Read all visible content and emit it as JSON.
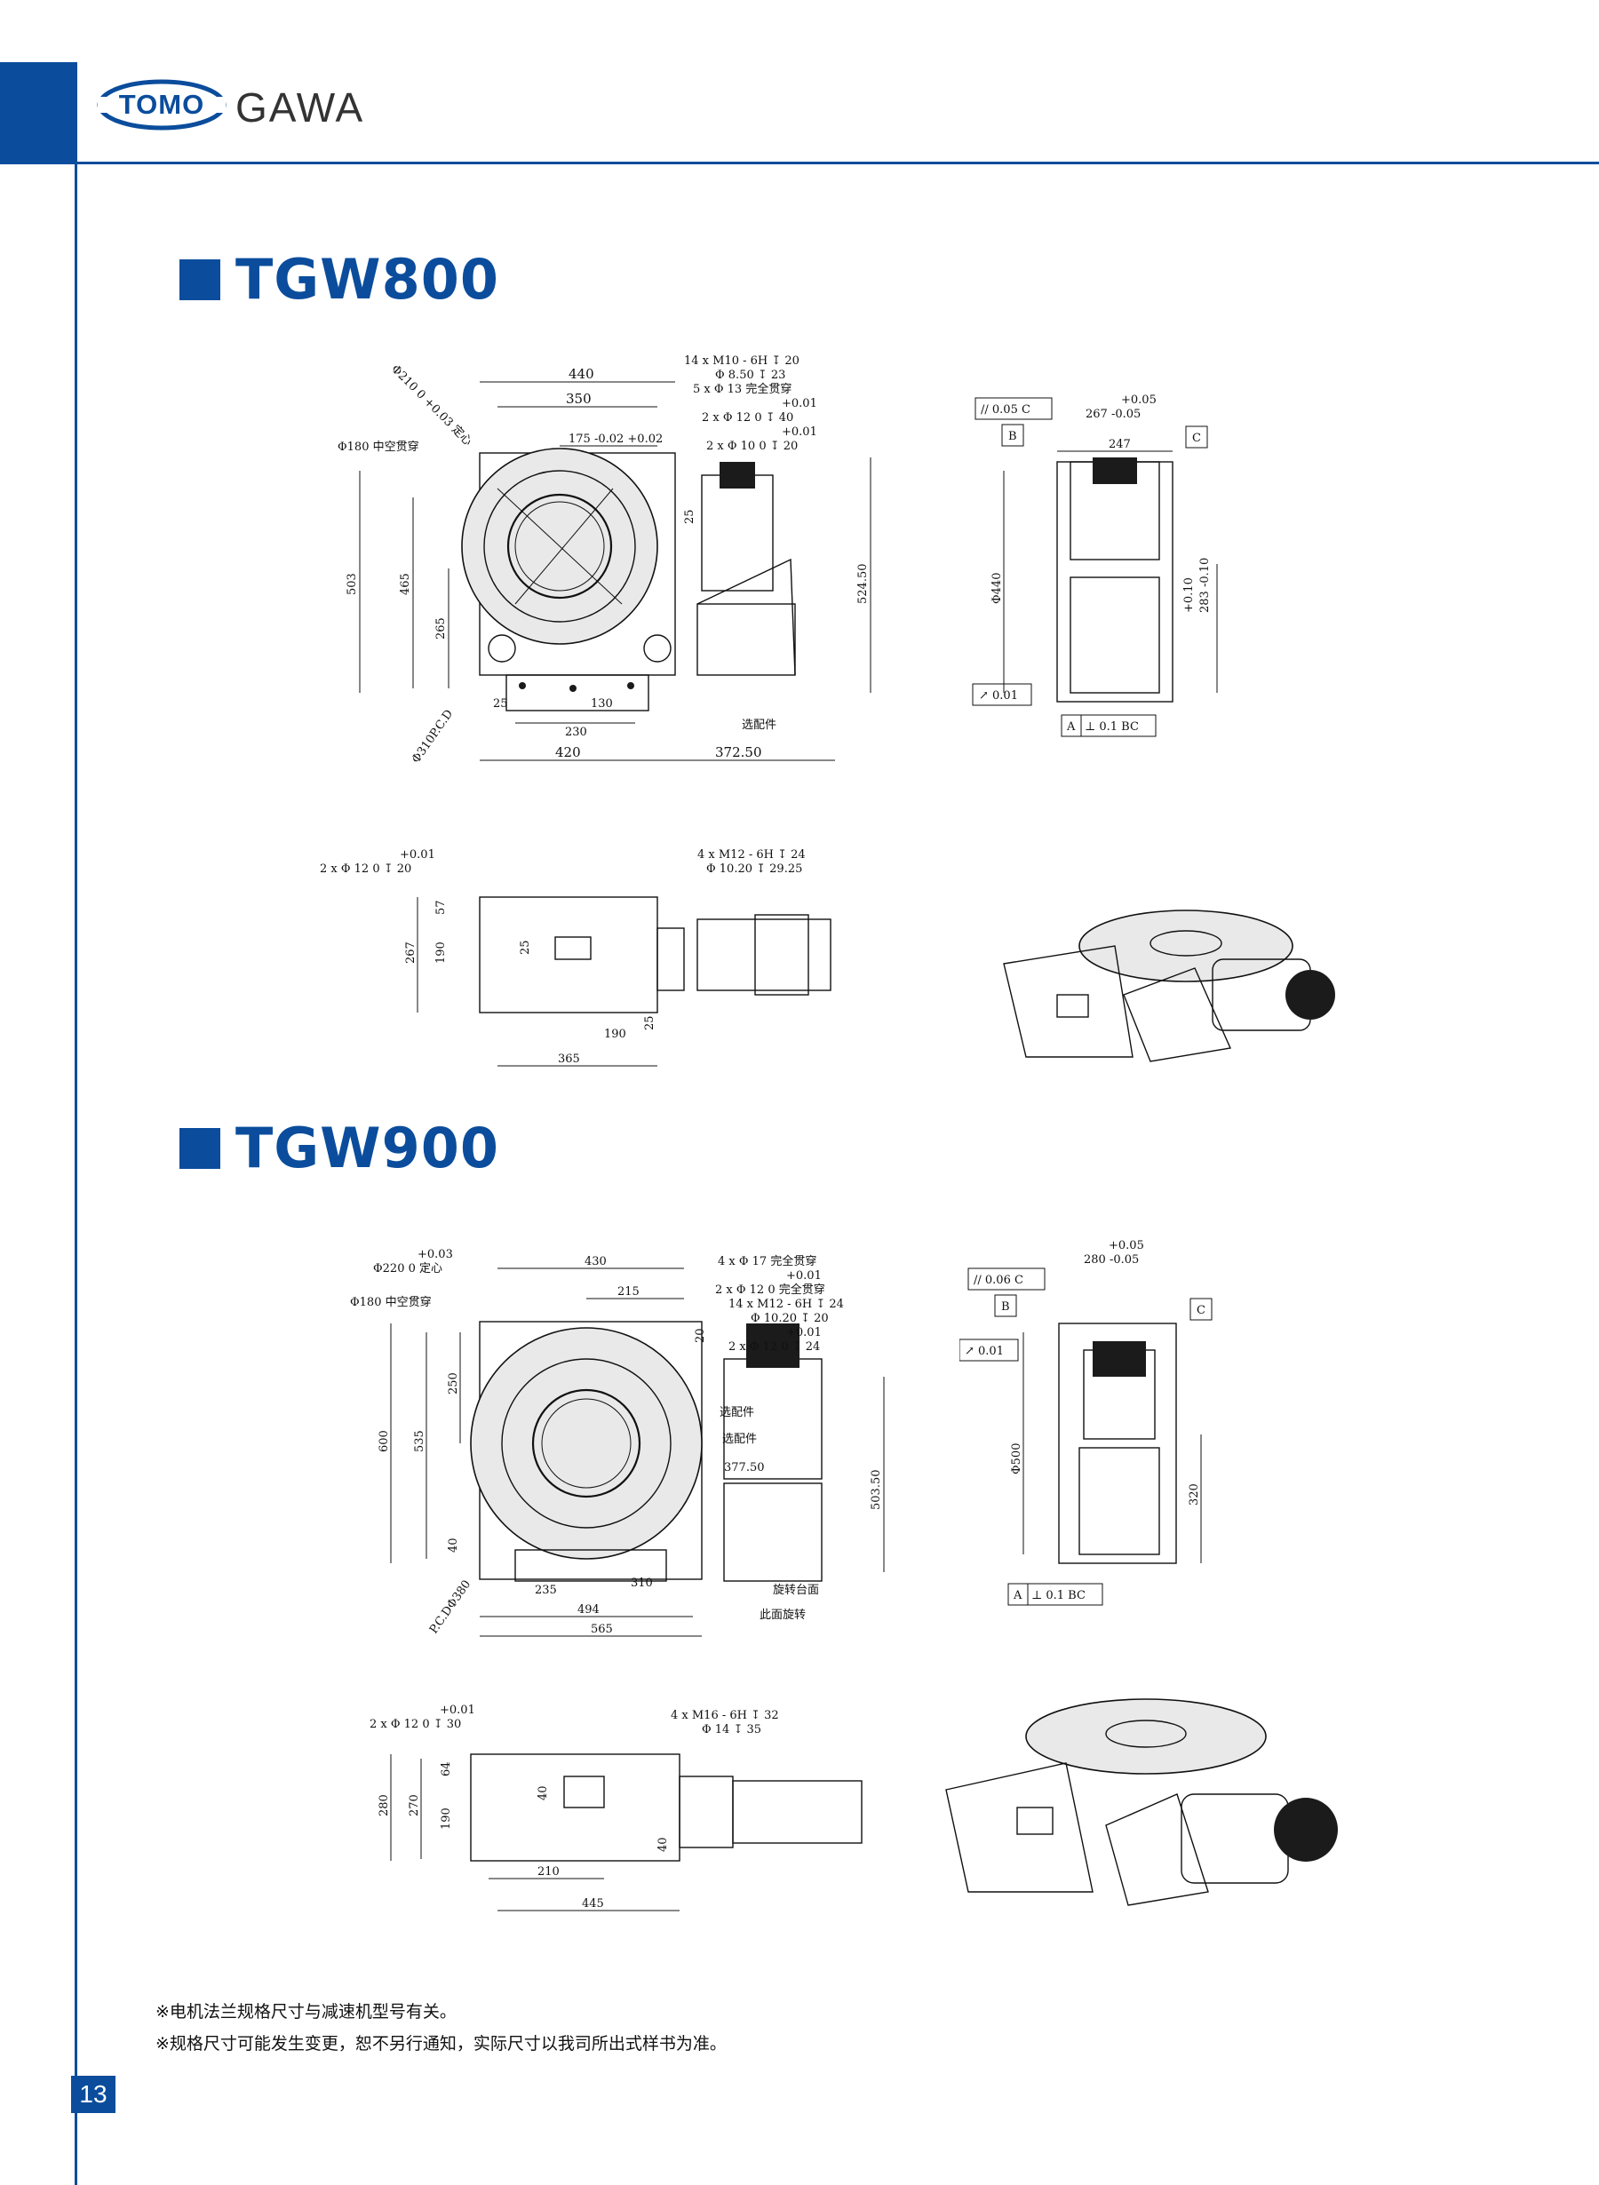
{
  "brand": {
    "logo_text": "TOMO",
    "name": "GAWA",
    "color": "#0b4d9c"
  },
  "sections": [
    {
      "title": "TGW800",
      "front": {
        "dims": [
          "Φ210 0 +0.03 定心",
          "440",
          "350",
          "175 -0.02 +0.02",
          "Φ180 中空贯穿",
          "503",
          "465",
          "265",
          "Φ310P.C.D",
          "25",
          "130",
          "230",
          "420",
          "372.50",
          "524.50",
          "25",
          "选配件"
        ],
        "callouts": [
          "14 x M10 - 6H ↧ 20",
          "Φ 8.50 ↧ 23",
          "5 x Φ 13 完全贯穿",
          "+0.01",
          "2 x Φ 12 0 ↧ 40",
          "+0.01",
          "2 x Φ 10 0 ↧ 20"
        ]
      },
      "side": {
        "tolerances": [
          "// 0.05 C",
          "B",
          "+0.05",
          "267 -0.05",
          "247",
          "C",
          "Φ440",
          "+0.10",
          "283 -0.10",
          "↗ 0.01",
          "A",
          "⊥ 0.1 BC"
        ]
      },
      "bottom": {
        "callouts": [
          "+0.01",
          "2 x Φ 12 0 ↧ 20",
          "4 x M12 - 6H ↧ 24",
          "Φ 10.20 ↧ 29.25"
        ],
        "dims": [
          "57",
          "267",
          "190",
          "25",
          "190",
          "25",
          "365"
        ]
      }
    },
    {
      "title": "TGW900",
      "front": {
        "dims": [
          "+0.03",
          "Φ220 0 定心",
          "Φ180 中空贯穿",
          "430",
          "215",
          "600",
          "535",
          "250",
          "40",
          "P.C.DΦ380",
          "235",
          "310",
          "494",
          "565",
          "377.50",
          "503.50",
          "选配件",
          "选配件",
          "旋转台面",
          "此面旋转"
        ],
        "callouts": [
          "4 x Φ 17 完全贯穿",
          "+0.01",
          "2 x Φ 12 0 完全贯穿",
          "14 x M12 - 6H ↧ 24",
          "Φ 10.20 ↧ 20",
          "+0.01",
          "2 x Φ 12 0 ↧ 24",
          "20"
        ]
      },
      "side": {
        "tolerances": [
          "// 0.06 C",
          "B",
          "+0.05",
          "280 -0.05",
          "C",
          "↗ 0.01",
          "Φ500",
          "320",
          "A",
          "⊥ 0.1 BC"
        ]
      },
      "bottom": {
        "callouts": [
          "+0.01",
          "2 x Φ 12 0 ↧ 30",
          "4 x M16 - 6H ↧ 32",
          "Φ 14 ↧ 35"
        ],
        "dims": [
          "280",
          "270",
          "190",
          "64",
          "40",
          "40",
          "210",
          "445"
        ]
      }
    }
  ],
  "notes": [
    "※电机法兰规格尺寸与减速机型号有关。",
    "※规格尺寸可能发生变更，恕不另行通知，实际尺寸以我司所出式样书为准。"
  ],
  "page_number": "13"
}
